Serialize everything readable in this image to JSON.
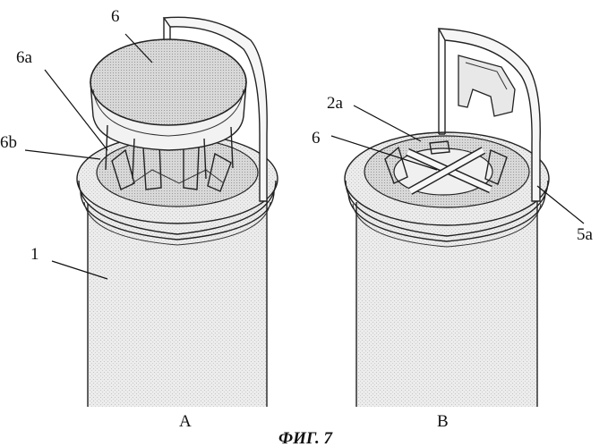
{
  "figure": {
    "caption": "ФИГ. 7",
    "views": [
      {
        "id": "A",
        "label": "A"
      },
      {
        "id": "B",
        "label": "B"
      }
    ],
    "callouts": [
      {
        "key": "6_left",
        "text": "6"
      },
      {
        "key": "6a",
        "text": "6a"
      },
      {
        "key": "6b",
        "text": "6b"
      },
      {
        "key": "1",
        "text": "1"
      },
      {
        "key": "2a",
        "text": "2a"
      },
      {
        "key": "6_right",
        "text": "6"
      },
      {
        "key": "5a",
        "text": "5a"
      }
    ]
  },
  "colors": {
    "ink": "#111111",
    "shade": "#dcdcdc",
    "paper": "#ffffff"
  }
}
